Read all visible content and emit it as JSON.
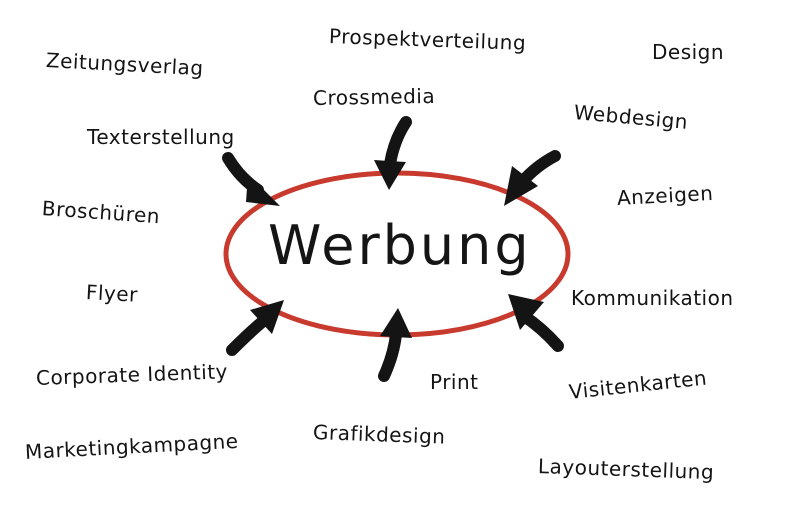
{
  "center": {
    "label": "Werbung",
    "ring_color": "#c8392e"
  },
  "terms": {
    "zeitungsverlag": "Zeitungsverlag",
    "prospektverteilung": "Prospektverteilung",
    "design": "Design",
    "crossmedia": "Crossmedia",
    "webdesign": "Webdesign",
    "texterstellung": "Texterstellung",
    "broschueren": "Broschüren",
    "anzeigen": "Anzeigen",
    "flyer": "Flyer",
    "kommunikation": "Kommunikation",
    "corporate_identity": "Corporate Identity",
    "print": "Print",
    "visitenkarten": "Visitenkarten",
    "grafikdesign": "Grafikdesign",
    "marketingkampagne": "Marketingkampagne",
    "layouterstellung": "Layouterstellung"
  },
  "colors": {
    "arrow": "#141414",
    "text": "#141414",
    "background": "#ffffff"
  }
}
